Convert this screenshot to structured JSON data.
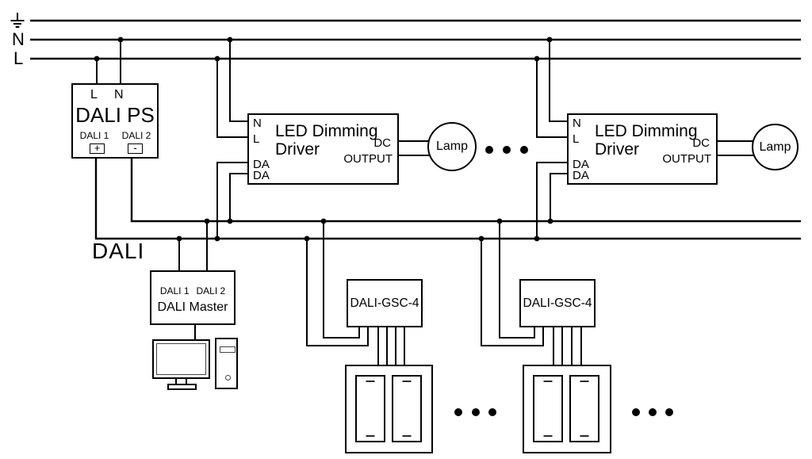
{
  "bus": {
    "neutral": "N",
    "line": "L",
    "dali": "DALI"
  },
  "power_supply": {
    "top_l": "L",
    "top_n": "N",
    "title": "DALI PS",
    "ch1": "DALI 1",
    "ch2": "DALI 2",
    "plus": "+",
    "minus": "-"
  },
  "drivers": [
    {
      "n": "N",
      "l": "L",
      "da1": "DA",
      "da2": "DA",
      "title1": "LED Dimming",
      "title2": "Driver",
      "dc": "DC",
      "output": "OUTPUT",
      "lamp": "Lamp"
    },
    {
      "n": "N",
      "l": "L",
      "da1": "DA",
      "da2": "DA",
      "title1": "LED Dimming",
      "title2": "Driver",
      "dc": "DC",
      "output": "OUTPUT",
      "lamp": "Lamp"
    }
  ],
  "master": {
    "ch1": "DALI 1",
    "ch2": "DALI 2",
    "title": "DALI Master"
  },
  "controllers": [
    {
      "title": "DALI-GSC-4"
    },
    {
      "title": "DALI-GSC-4"
    }
  ],
  "colors": {
    "line": "#000000",
    "background": "#ffffff"
  }
}
